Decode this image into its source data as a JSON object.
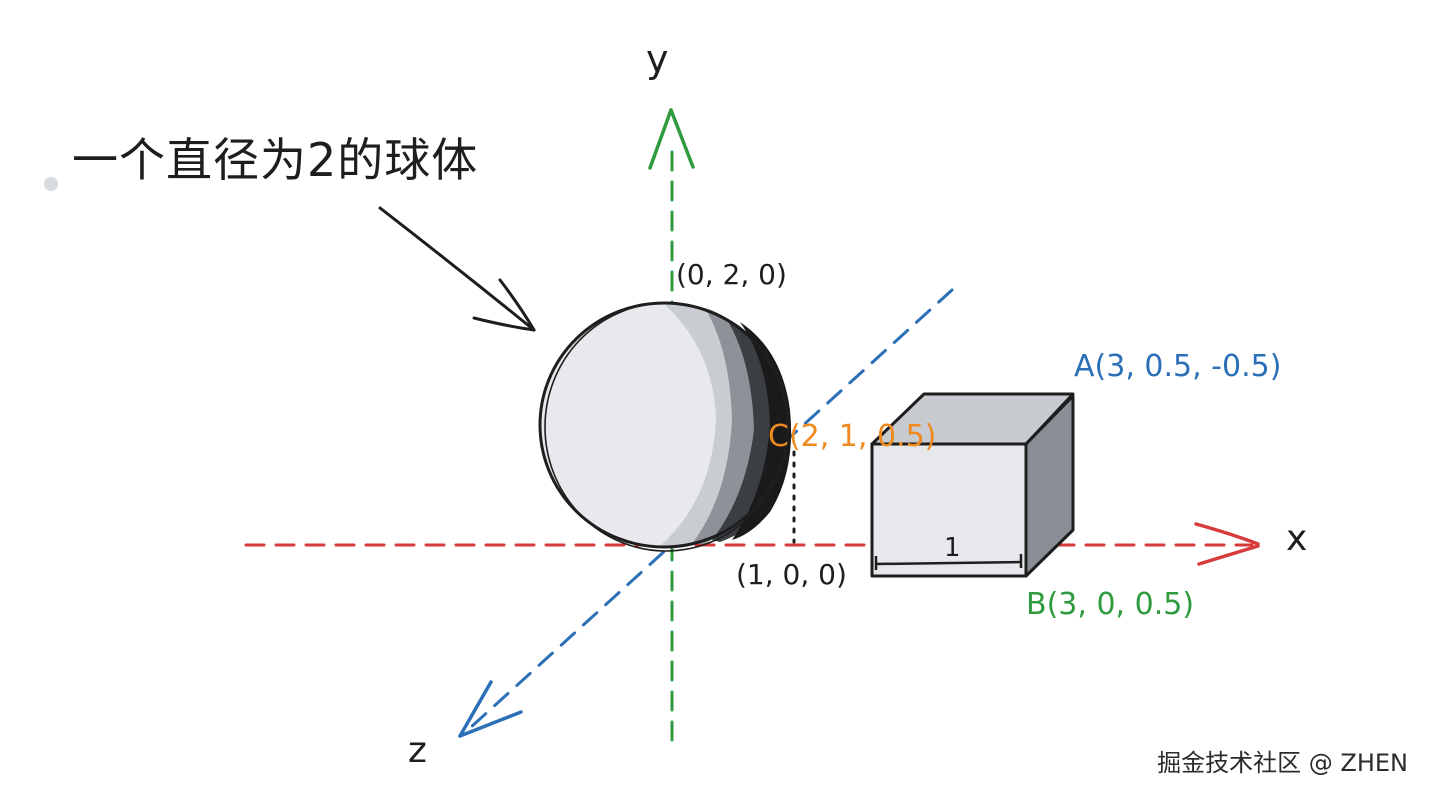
{
  "annotation": {
    "title": "一个直径为2的球体"
  },
  "axes": {
    "x_label": "x",
    "y_label": "y",
    "z_label": "z"
  },
  "points": {
    "sphere_top": "(0, 2, 0)",
    "center": "C(2, 1, 0.5)",
    "x_one": "(1, 0, 0)",
    "a": "A(3, 0.5, -0.5)",
    "b": "B(3, 0, 0.5)",
    "box_edge_mark": "1"
  },
  "watermark": "掘金技术社区 @ ZHEN",
  "colors": {
    "x_axis": "#d73a3a",
    "y_axis": "#2f9a3e",
    "z_axis": "#2b6fb7",
    "point_a": "#2b6fb7",
    "point_b": "#2f9a3e",
    "point_c": "#ef8a1f",
    "ink": "#1e1e1e"
  }
}
